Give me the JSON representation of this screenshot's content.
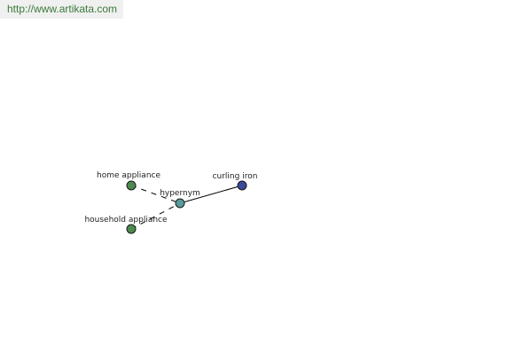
{
  "banner": {
    "url_text": "http://www.artikata.com"
  },
  "graph": {
    "center": {
      "label": "hypernym",
      "color": "#5a9a9a"
    },
    "nodes": [
      {
        "id": "home-appliance",
        "label": "home appliance",
        "color": "#4d8a4d",
        "edge": "dashed"
      },
      {
        "id": "household-appliance",
        "label": "household appliance",
        "color": "#4d8a4d",
        "edge": "dashed"
      },
      {
        "id": "curling-iron",
        "label": "curling iron",
        "color": "#3a4a99",
        "edge": "solid"
      }
    ],
    "edge_color": "#000000"
  }
}
